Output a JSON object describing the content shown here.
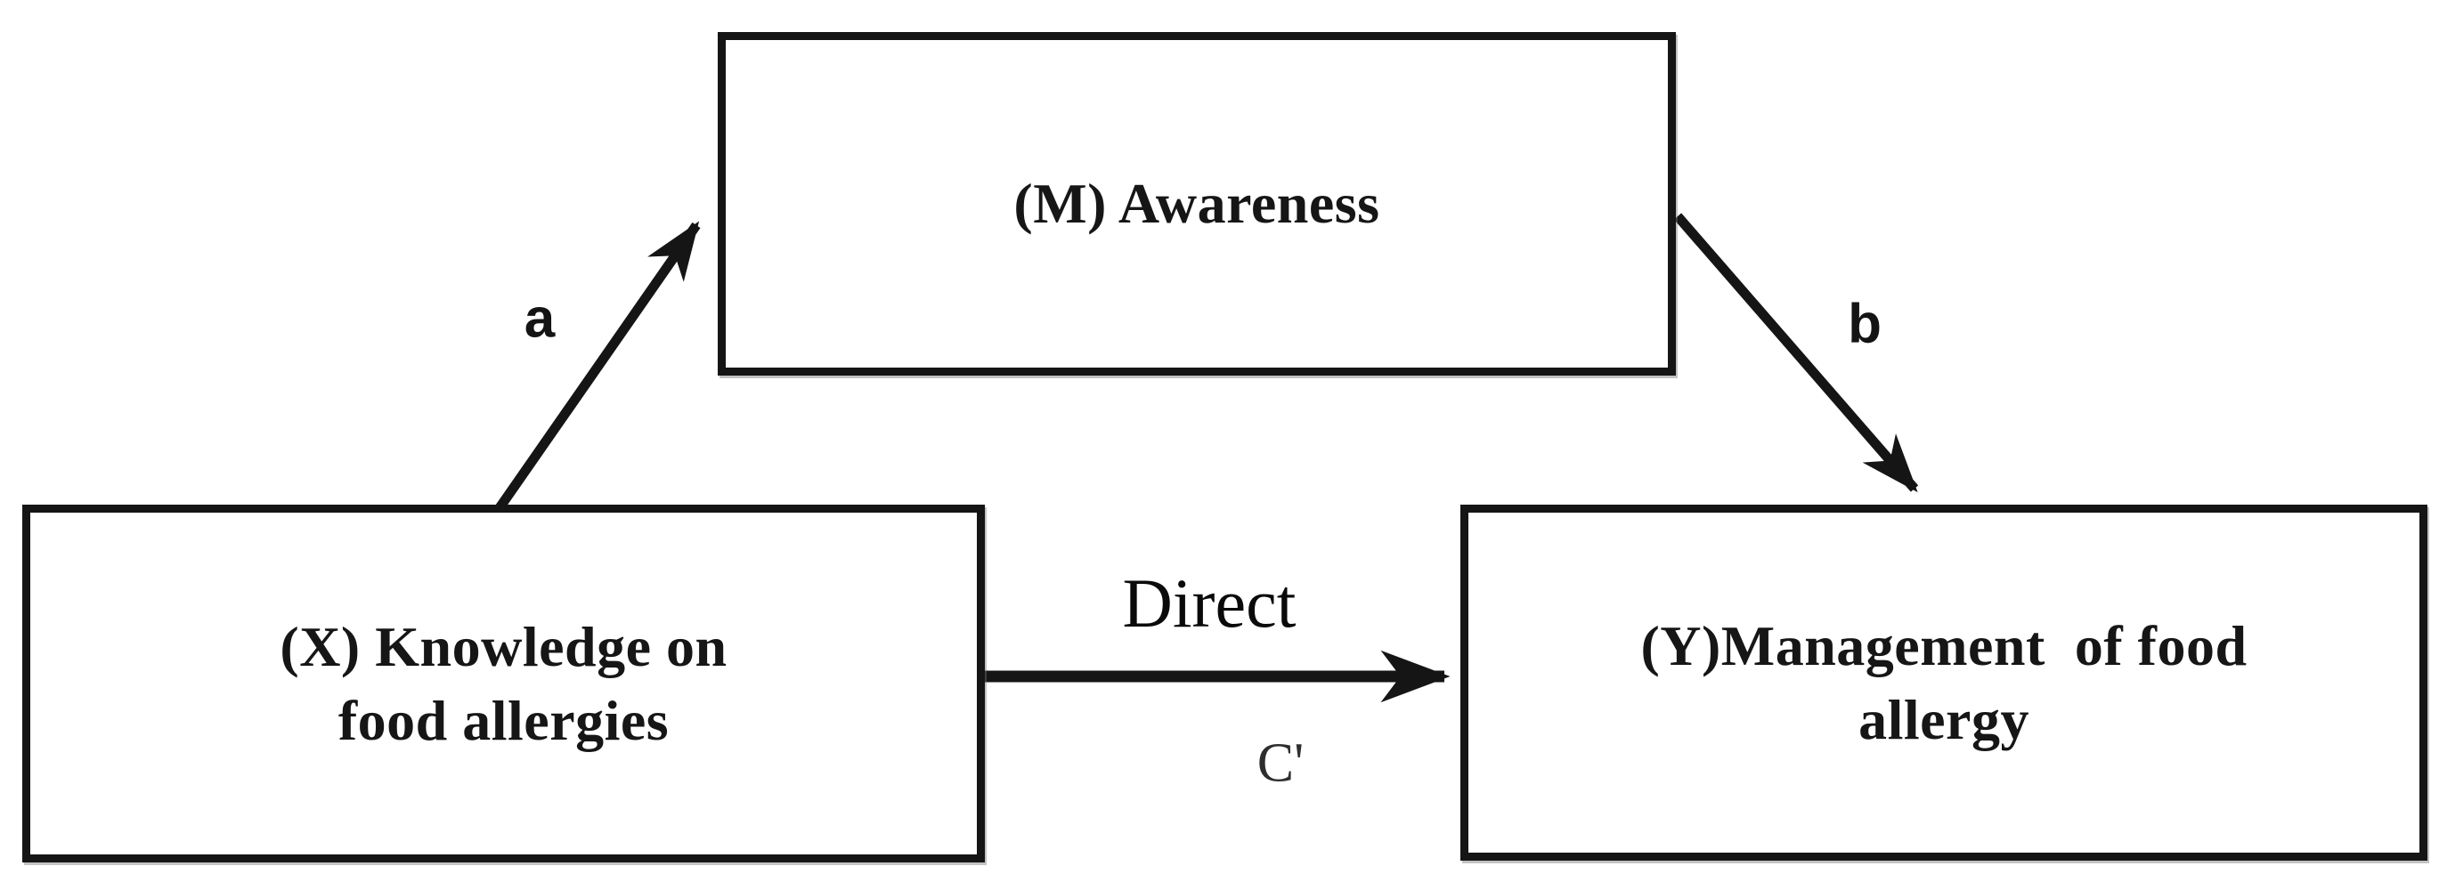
{
  "diagram": {
    "title_hint": "mediation-path-model",
    "nodes": [
      {
        "id": "M",
        "role": "mediator",
        "label": "(M) Awareness"
      },
      {
        "id": "X",
        "role": "predictor",
        "lines": [
          "(X) Knowledge on",
          "food allergies"
        ]
      },
      {
        "id": "Y",
        "role": "outcome",
        "lines": [
          "(Y)Management  of food",
          "allergy"
        ]
      }
    ],
    "edges": [
      {
        "from": "X",
        "to": "M",
        "label": "a"
      },
      {
        "from": "M",
        "to": "Y",
        "label": "b"
      },
      {
        "from": "X",
        "to": "Y",
        "label_above": "Direct",
        "label_below": "C'"
      }
    ],
    "colors": {
      "line": "#151515",
      "text": "#161616",
      "background": "#ffffff"
    }
  }
}
